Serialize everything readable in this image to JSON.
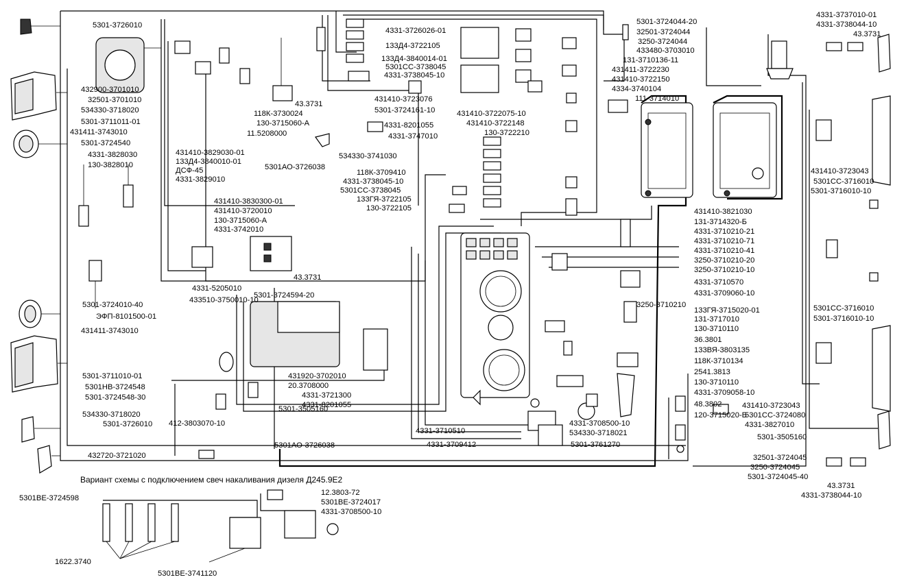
{
  "caption": "Вариант схемы  с подключением свеч накаливания дизеля Д245.9Е2",
  "left_labels": [
    "5301-3726010",
    "432900-3701010",
    "32501-3701010",
    "534330-3718020",
    "5301-3711011-01",
    "431411-3743010",
    "5301-3724540",
    "4331-3828030",
    "130-3828010",
    "5301-3724010-40",
    "ЭФП-8101500-01",
    "431411-3743010",
    "5301-3711010-01",
    "5301НВ-3724548",
    "5301-3724548-30",
    "534330-3718020",
    "5301-3726010",
    "432720-3721020"
  ],
  "upper_mid_labels": [
    "43.3731",
    "118К-3730024",
    "130-3715060-А",
    "11.5208000",
    "431410-3829030-01",
    "133Д4-3840010-01",
    "ДСФ-45",
    "4331-3829010",
    "5301АО-3726038"
  ],
  "center_top_labels": [
    "4331-3726026-01",
    "133Д4-3722105",
    "133Д4-3840014-01",
    "5301СС-3738045",
    "4331-3738045-10",
    "431410-3723076",
    "5301-3724161-10",
    "4331-8201055",
    "4331-3747010",
    "534330-3741030",
    "118К-3709410",
    "4331-3738045-10",
    "5301СС-3738045",
    "133ГЯ-3722105",
    "130-3722105"
  ],
  "top_right_labels": [
    "5301-3724044-20",
    "32501-3724044",
    "3250-3724044",
    "433480-3703010",
    "131-3710136-11",
    "431411-3722230",
    "431410-3722150",
    "4334-3740104",
    "111-3714010",
    "431410-3722075-10",
    "431410-3722148",
    "130-3722210"
  ],
  "mid_labels": [
    "431410-3830300-01",
    "431410-3720010",
    "130-3715060-А",
    "4331-3742010",
    "43.3731",
    "4331-5205010",
    "5301-3724594-20",
    "433510-3750010-10",
    "431920-3702010",
    "20.3708000",
    "4331-3721300",
    "4331-8201055",
    "412-3803070-10",
    "5301-3505160",
    "5301АО-3726038",
    "4331-3710510",
    "4331-3709412"
  ],
  "panel_labels": [
    "431410-3821030",
    "131-3714320-Б",
    "4331-3710210-21",
    "4331-3710210-71",
    "4331-3710210-41",
    "3250-3710210-20",
    "3250-3710210-10",
    "4331-3710570",
    "4331-3709060-10",
    "3250-3710210",
    "133ГЯ-3715020-01",
    "131-3717010",
    "130-3710110",
    "36.3801",
    "133ВЯ-3803135",
    "118К-3710134",
    "2541.3813",
    "130-3710110",
    "4331-3709058-10",
    "48.3802",
    "120-3715020-Б",
    "4331-3708500-10",
    "534330-3718021",
    "5301-3761270"
  ],
  "right_labels": [
    "4331-3737010-01",
    "4331-3738044-10",
    "43.3731",
    "431410-3723043",
    "5301СС-3716010",
    "5301-3716010-10",
    "5301СС-3716010",
    "5301-3716010-10",
    "431410-3723043",
    "5301СС-3724080",
    "4331-3827010",
    "5301-3505160",
    "32501-3724045",
    "3250-3724045",
    "5301-3724045-40",
    "43.3731",
    "4331-3738044-10"
  ],
  "inset_labels": [
    "5301ВЕ-3724598",
    "12.3803-72",
    "5301ВЕ-3724017",
    "4331-3708500-10",
    "1622.3740",
    "5301ВЕ-3741120"
  ]
}
